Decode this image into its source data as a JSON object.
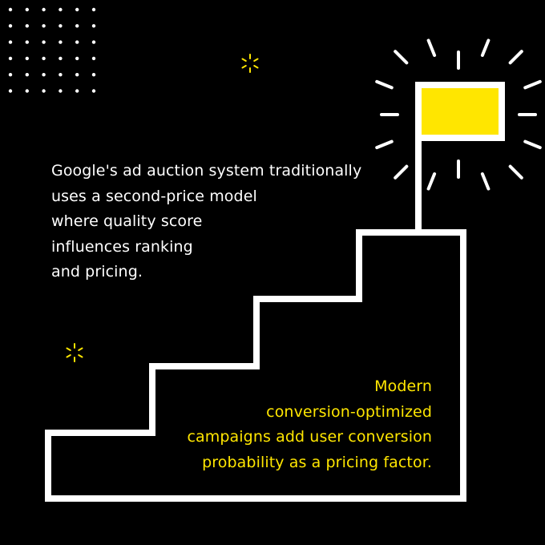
{
  "colors": {
    "background": "#000000",
    "line": "#ffffff",
    "accent": "#ffe600"
  },
  "left_text": {
    "lines": [
      "Google's ad auction system traditionally",
      "uses a second-price model",
      "where quality score",
      "influences ranking",
      "and pricing."
    ]
  },
  "right_text": {
    "lines": [
      "Modern",
      "conversion-optimized",
      "campaigns add user conversion",
      "probability as a pricing factor."
    ]
  },
  "icons": {
    "dot_grid": "dot-grid-icon",
    "sparkle_top": "sparkle-icon",
    "sparkle_left": "sparkle-icon",
    "flag": "flag-icon",
    "burst": "burst-rays-icon",
    "staircase": "staircase-icon"
  }
}
